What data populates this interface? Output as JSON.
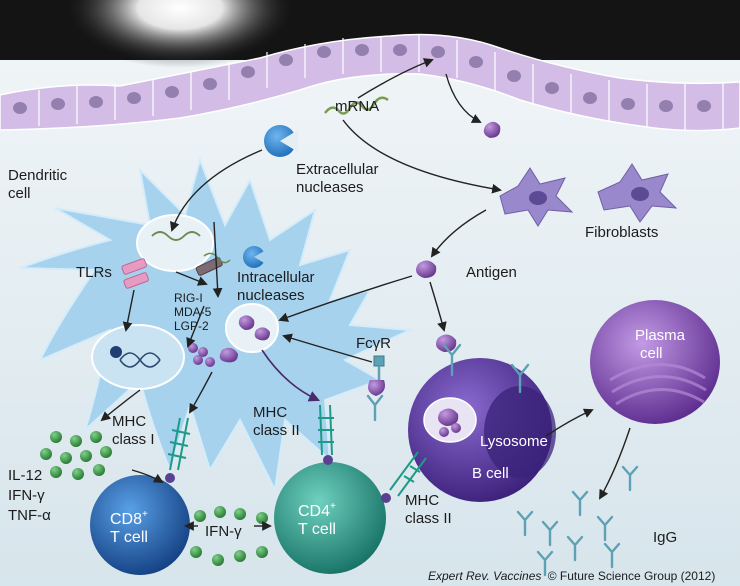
{
  "labels": {
    "mrna": "mRNA",
    "extracellular_nucleases": [
      "Extracellular",
      "nucleases"
    ],
    "dendritic_cell": [
      "Dendritic",
      "cell"
    ],
    "fibroblasts": "Fibroblasts",
    "tlrs": "TLRs",
    "intracellular_nucleases": [
      "Intracellular",
      "nucleases"
    ],
    "rig_list": [
      "RIG-I",
      "MDA-5",
      "LGP-2"
    ],
    "antigen": "Antigen",
    "fcgr": "FcγR",
    "plasma_cell": [
      "Plasma",
      "cell"
    ],
    "mhc_class_i": [
      "MHC",
      "class I"
    ],
    "mhc_class_ii_dc": [
      "MHC",
      "class II"
    ],
    "lysosome": "Lysosome",
    "b_cell": "B cell",
    "cytokines": [
      "IL-12",
      "IFN-γ",
      "TNF-α"
    ],
    "cd8": [
      "CD8",
      "+",
      "T cell"
    ],
    "ifn_gamma": "IFN-γ",
    "cd4": [
      "CD4",
      "+",
      "T cell"
    ],
    "mhc_class_ii_b": [
      "MHC",
      "class II"
    ],
    "igg": "IgG"
  },
  "credit": {
    "journal": "Expert Rev. Vaccines",
    "publisher": "© Future Science Group (2012)"
  },
  "colors": {
    "epithelium": "#d2b8e6",
    "dendritic": "#a6d2ee",
    "antigen": "#8a55a8",
    "b_cell": "#5a3a9a",
    "cd4": "#2a9a8c",
    "cd8": "#1d62b4",
    "plasma": "#8a5ab8",
    "cytokine": "#3f9a4a"
  }
}
